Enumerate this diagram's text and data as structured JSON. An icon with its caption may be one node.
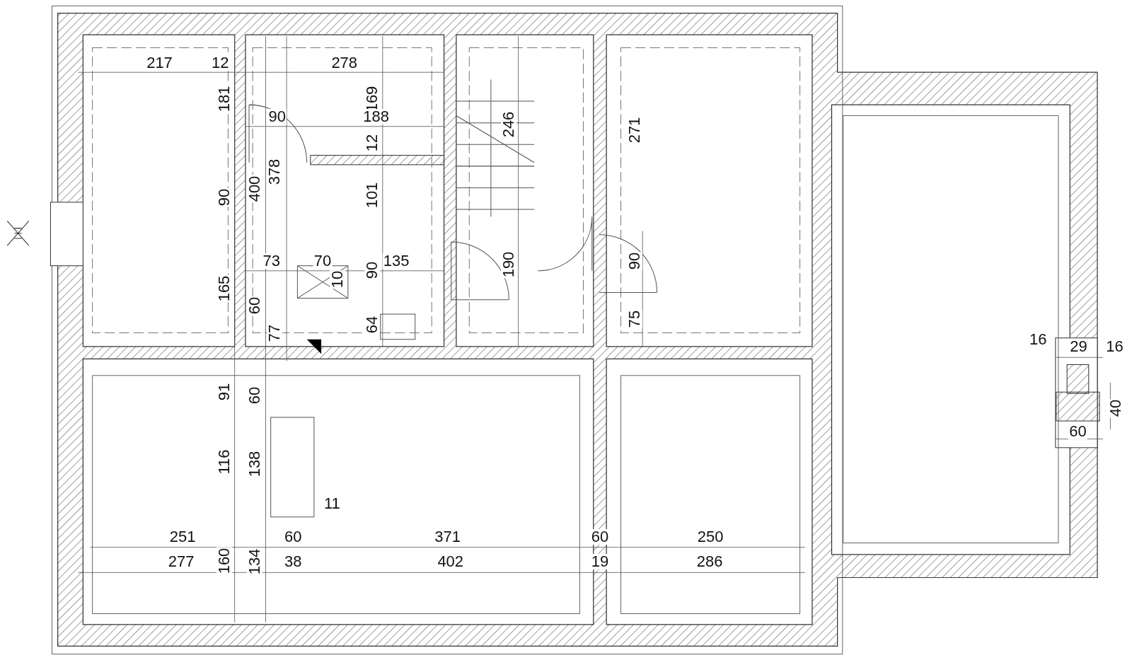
{
  "diagram": {
    "labels": [
      "217",
      "12",
      "278",
      "181",
      "169",
      "90",
      "188",
      "246",
      "271",
      "12",
      "400",
      "378",
      "90",
      "101",
      "190",
      "73",
      "70",
      "135",
      "90",
      "90",
      "10",
      "165",
      "60",
      "77",
      "64",
      "75",
      "16",
      "29",
      "16",
      "91",
      "60",
      "40",
      "60",
      "116",
      "138",
      "11",
      "251",
      "60",
      "371",
      "60",
      "250",
      "277",
      "160",
      "134",
      "38",
      "402",
      "19",
      "286"
    ]
  }
}
